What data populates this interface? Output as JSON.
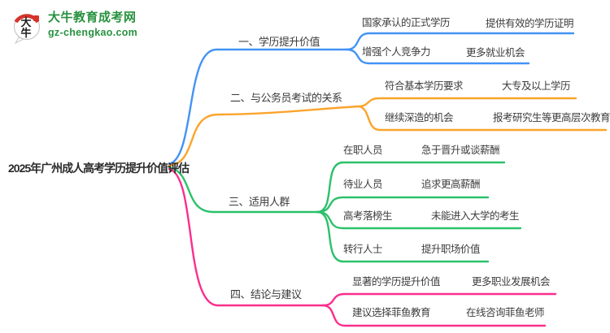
{
  "brand": {
    "name": "大牛教育成考网",
    "domain": "gz-chengkao.com",
    "logo_char_top": "大",
    "logo_char_bottom": "牛",
    "green": "#28913F",
    "red": "#D6332A"
  },
  "mindmap": {
    "central_topic": "2025年广州成人高考学历提升价值评估",
    "branches": [
      {
        "label": "一、学历提升价值",
        "color": "#4393F5",
        "children": [
          {
            "label": "国家承认的正式学历",
            "detail": "提供有效的学历证明"
          },
          {
            "label": "增强个人竞争力",
            "detail": "更多就业机会"
          }
        ]
      },
      {
        "label": "二、与公务员考试的关系",
        "color": "#FBA42C",
        "children": [
          {
            "label": "符合基本学历要求",
            "detail": "大专及以上学历"
          },
          {
            "label": "继续深造的机会",
            "detail": "报考研究生等更高层次教育"
          }
        ]
      },
      {
        "label": "三、适用人群",
        "color": "#2BC16A",
        "children": [
          {
            "label": "在职人员",
            "detail": "急于晋升或谈薪酬"
          },
          {
            "label": "待业人员",
            "detail": "追求更高薪酬"
          },
          {
            "label": "高考落榜生",
            "detail": "未能进入大学的考生"
          },
          {
            "label": "转行人士",
            "detail": "提升职场价值"
          }
        ]
      },
      {
        "label": "四、结论与建议",
        "color": "#FB2E8D",
        "children": [
          {
            "label": "显著的学历提升价值",
            "detail": "更多职业发展机会"
          },
          {
            "label": "建议选择菲鱼教育",
            "detail": "在线咨询菲鱼老师"
          }
        ]
      }
    ]
  }
}
